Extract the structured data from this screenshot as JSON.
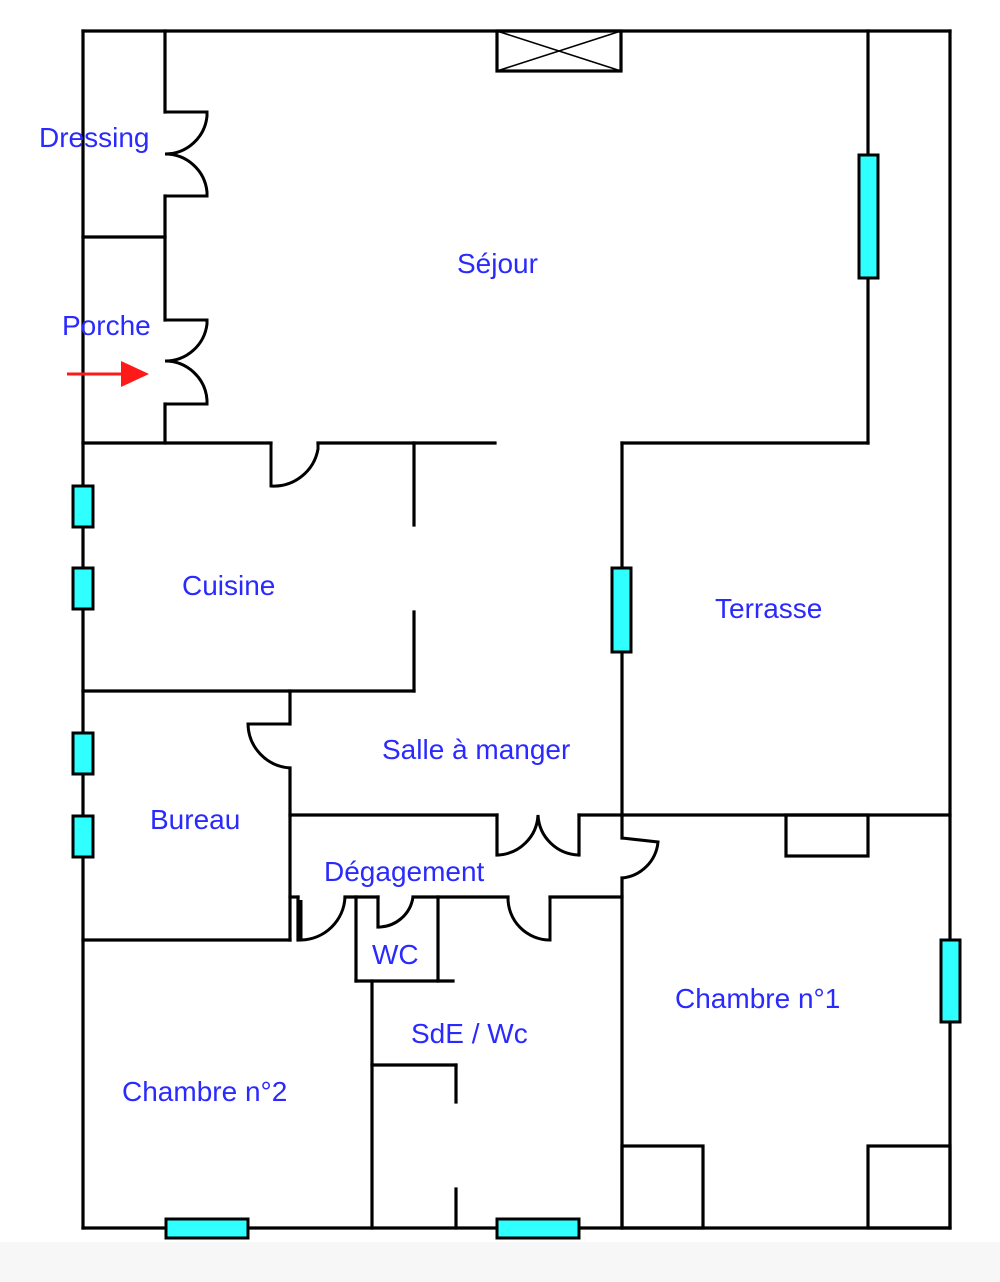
{
  "plan": {
    "label_color": "#2a2aff",
    "window_color": "#2fffff",
    "wall_color": "#000000",
    "entry_arrow_color": "#ff1a1a",
    "rooms": {
      "dressing": "Dressing",
      "sejour": "Séjour",
      "porche": "Porche",
      "cuisine": "Cuisine",
      "terrasse": "Terrasse",
      "salle_a_manger": "Salle à manger",
      "bureau": "Bureau",
      "degagement": "Dégagement",
      "wc": "WC",
      "sde_wc": "SdE / Wc",
      "chambre_1": "Chambre n°1",
      "chambre_2": "Chambre n°2"
    }
  }
}
